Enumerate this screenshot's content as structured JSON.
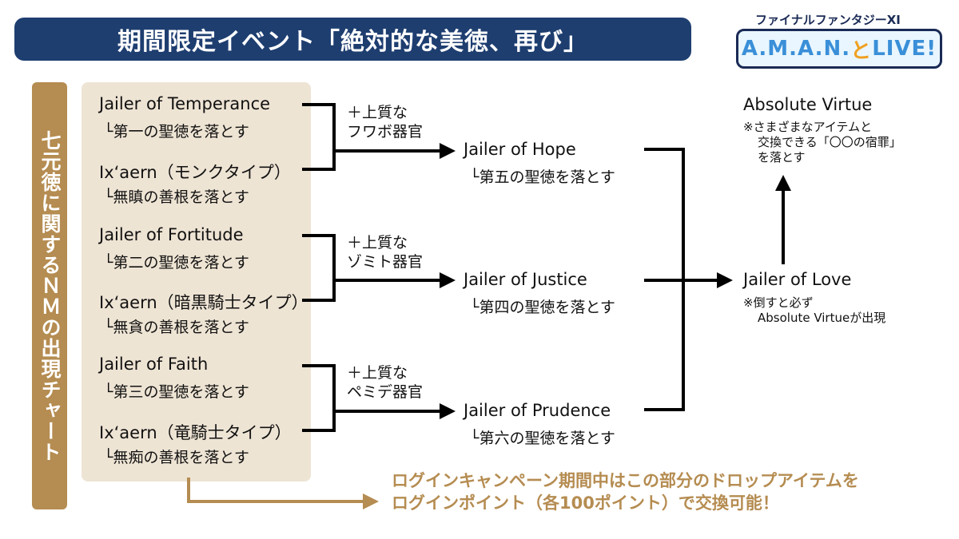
{
  "banner": {
    "title": "期間限定イベント「絶対的な美徳、再び」"
  },
  "logo": {
    "top": "ファイナルファンタジーXI",
    "main_left": "A.M.A.N.",
    "main_mid": "と",
    "main_right": "LIVE!"
  },
  "side_label": "七元徳に関するＮＭの出現チャート",
  "groups": [
    {
      "jailer": "Jailer of Temperance",
      "jailer_drop": "└第一の聖徳を落とす",
      "ixaern": "Ix‘aern（モンクタイプ）",
      "ixaern_drop": "└無瞋の善根を落とす",
      "material": [
        "＋上質な",
        "フワボ器官"
      ],
      "result": "Jailer of Hope",
      "result_drop": "└第五の聖徳を落とす"
    },
    {
      "jailer": "Jailer of Fortitude",
      "jailer_drop": "└第二の聖徳を落とす",
      "ixaern": "Ix‘aern（暗黒騎士タイプ）",
      "ixaern_drop": "└無貪の善根を落とす",
      "material": [
        "＋上質な",
        "ゾミト器官"
      ],
      "result": "Jailer of Justice",
      "result_drop": "└第四の聖徳を落とす"
    },
    {
      "jailer": "Jailer of Faith",
      "jailer_drop": "└第三の聖徳を落とす",
      "ixaern": "Ix‘aern（竜騎士タイプ）",
      "ixaern_drop": "└無痴の善根を落とす",
      "material": [
        "＋上質な",
        "ペミデ器官"
      ],
      "result": "Jailer of Prudence",
      "result_drop": "└第六の聖徳を落とす"
    }
  ],
  "love": {
    "name": "Jailer of Love",
    "note_line1": "※倒すと必ず",
    "note_line2": "Absolute Virtueが出現"
  },
  "virtue": {
    "name": "Absolute Virtue",
    "note_line1": "※さまざまなアイテムと",
    "note_line2": "交換できる「〇〇の宿罪」",
    "note_line3": "を落とす"
  },
  "footer_note": {
    "line1": "ログインキャンペーン期間中はこの部分のドロップアイテムを",
    "line2": "ログインポイント（各100ポイント）で交換可能！"
  },
  "colors": {
    "banner_bg": "#1e3e70",
    "accent_tan": "#b58c51",
    "panel_bg": "#eee4d4"
  }
}
